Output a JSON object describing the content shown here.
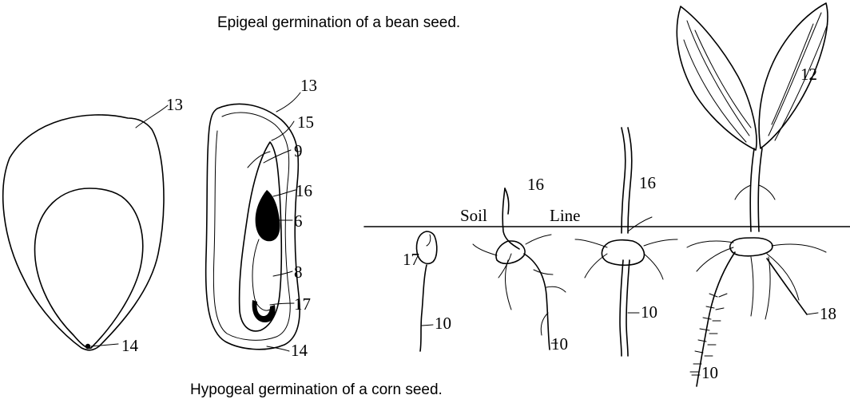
{
  "captions": {
    "top": "Epigeal germination of a bean seed.",
    "bottom": "Hypogeal germination of a corn seed."
  },
  "labels": {
    "whole_seed": {
      "seed_coat": "13",
      "hilum": "14"
    },
    "seed_section": {
      "seed_coat": "13",
      "cotyledon": "15",
      "epicotyl": "9",
      "plumule": "16",
      "leaf": "6",
      "hypocotyl": "8",
      "radicle": "17",
      "hilum": "14"
    },
    "stage1": {
      "radicle": "17",
      "root": "10"
    },
    "stage2": {
      "shoot": "16",
      "root": "10"
    },
    "stage3": {
      "shoot": "16",
      "root": "10"
    },
    "stage4": {
      "leaves": "12",
      "root": "10",
      "lateral_roots": "18"
    },
    "soil_word": "Soil",
    "line_word": "Line"
  }
}
